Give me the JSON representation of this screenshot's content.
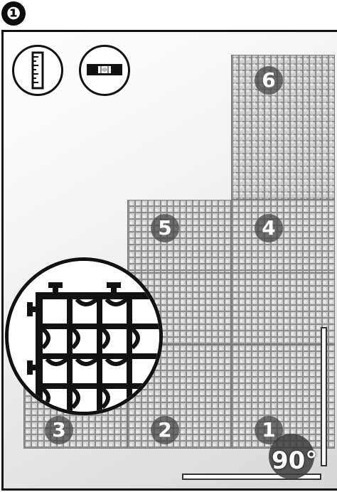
{
  "step": {
    "number": "❶"
  },
  "tools": [
    {
      "name": "ruler",
      "icon": "ruler-icon"
    },
    {
      "name": "level",
      "icon": "spirit-level-icon"
    }
  ],
  "tiles": [
    {
      "label": "1"
    },
    {
      "label": "2"
    },
    {
      "label": "3"
    },
    {
      "label": "4"
    },
    {
      "label": "5"
    },
    {
      "label": "6"
    }
  ],
  "angle": {
    "label": "90°"
  },
  "colors": {
    "outline": "#111111",
    "tile": "#cfcfcf",
    "grid": "#8e8e8e",
    "badge": "#464646"
  }
}
